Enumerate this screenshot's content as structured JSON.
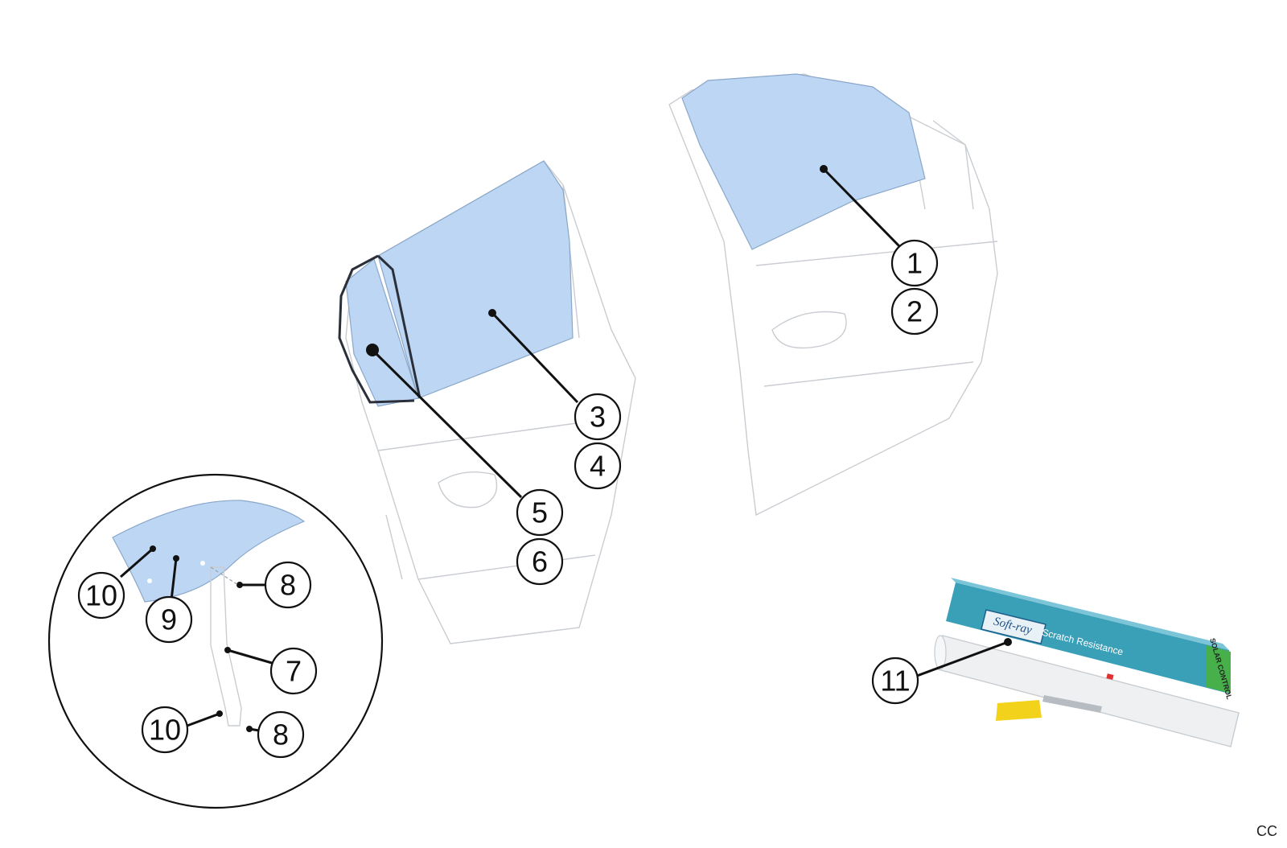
{
  "callouts": {
    "c1": "1",
    "c2": "2",
    "c3": "3",
    "c4": "4",
    "c5": "5",
    "c6": "6",
    "c7": "7",
    "c8a": "8",
    "c8b": "8",
    "c9": "9",
    "c10a": "10",
    "c10b": "10",
    "c11": "11"
  },
  "product": {
    "brand": "Soft-ray",
    "subtitle": "Scratch Resistance",
    "side_label": "SOLAR CONTROL"
  },
  "corner_code": "CC",
  "colors": {
    "glass": "#bcd6f3",
    "outline": "#c9cdd2",
    "ink": "#111111",
    "box_blue": "#3aa0b8",
    "box_green": "#48b04a",
    "squeegee": "#f2d21a"
  }
}
